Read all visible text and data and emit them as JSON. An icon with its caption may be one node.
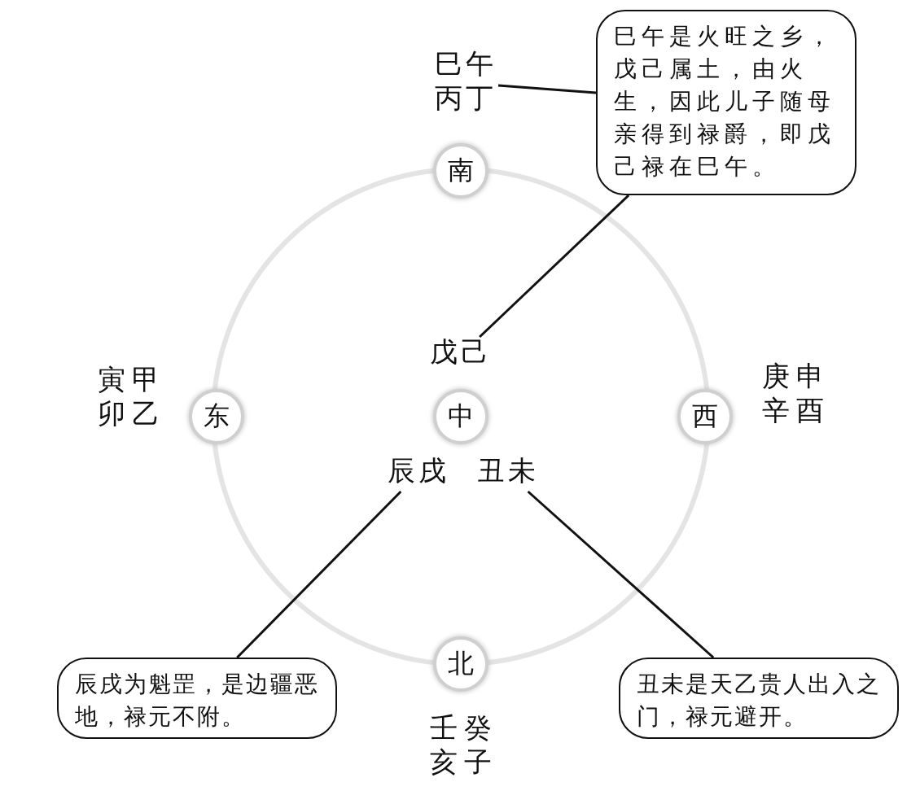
{
  "diagram": {
    "nodes": [
      {
        "text": [
          "巳午丙丁"
        ]
      },
      {
        "text": [
          "巳午是火旺之乡，戊己属土，由火生，因此儿子随母亲得到禄爵，即戊己禄在巳午。"
        ]
      },
      {
        "text": [
          "南"
        ]
      },
      {
        "text": [
          "戊己"
        ]
      },
      {
        "text": [
          "东"
        ]
      },
      {
        "text": [
          "中"
        ]
      },
      {
        "text": [
          "西"
        ]
      },
      {
        "text": [
          "辰戌"
        ]
      },
      {
        "text": [
          "丑未"
        ]
      },
      {
        "text": [
          "北"
        ]
      },
      {
        "text": [
          "辰戌为魁罡，是边疆恶地，禄元不附。"
        ]
      },
      {
        "text": [
          "丑未是天乙贵人出入之门，禄元避开。"
        ]
      }
    ],
    "edges": [
      {
        "from": 1,
        "to": 0,
        "arrow": "none"
      },
      {
        "from": 1,
        "to": 3,
        "arrow": "none"
      },
      {
        "from": 7,
        "to": 10,
        "arrow": "none"
      },
      {
        "from": 8,
        "to": 11,
        "arrow": "none"
      }
    ],
    "labels": [
      "寅甲卯乙",
      "庚申辛酉",
      "壬癸亥子"
    ]
  }
}
